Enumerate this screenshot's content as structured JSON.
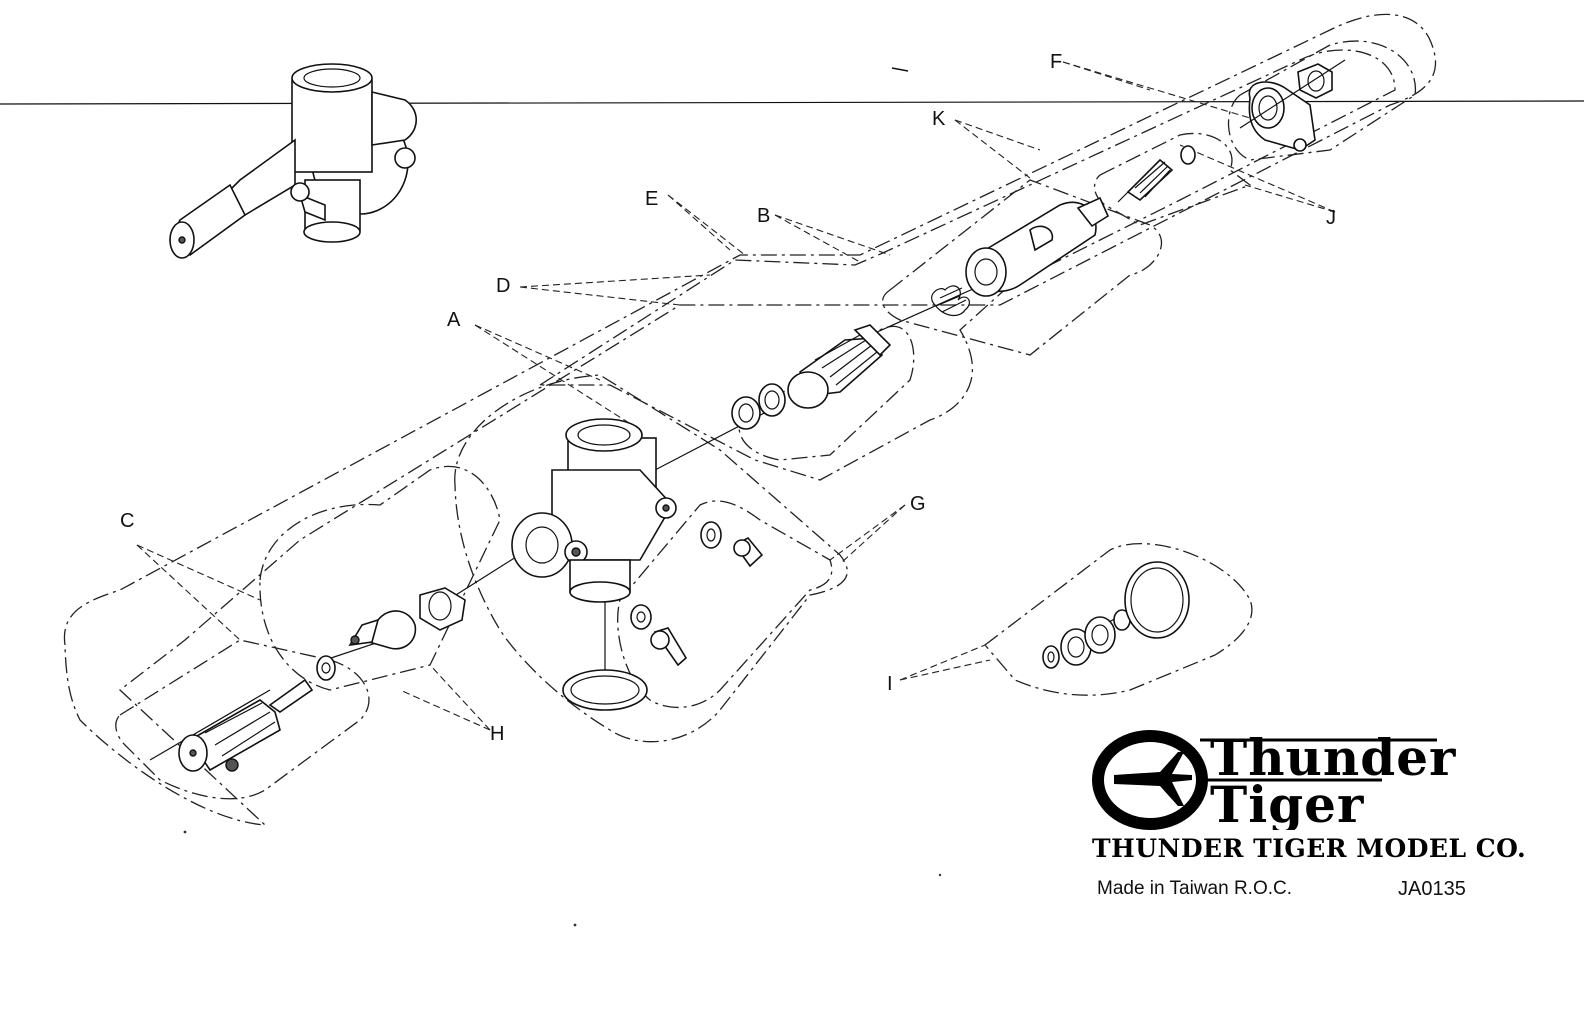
{
  "callouts": {
    "A": "A",
    "B": "B",
    "C": "C",
    "D": "D",
    "E": "E",
    "F": "F",
    "G": "G",
    "H": "H",
    "I": "I",
    "J": "J",
    "K": "K"
  },
  "brand": {
    "wordmark_line1": "Thunder",
    "wordmark_line2": "Tiger",
    "company": "THUNDER TIGER MODEL CO.",
    "origin": "Made in Taiwan R.O.C.",
    "part_code": "JA0135"
  },
  "colors": {
    "ink": "#111111",
    "paper": "#ffffff"
  }
}
